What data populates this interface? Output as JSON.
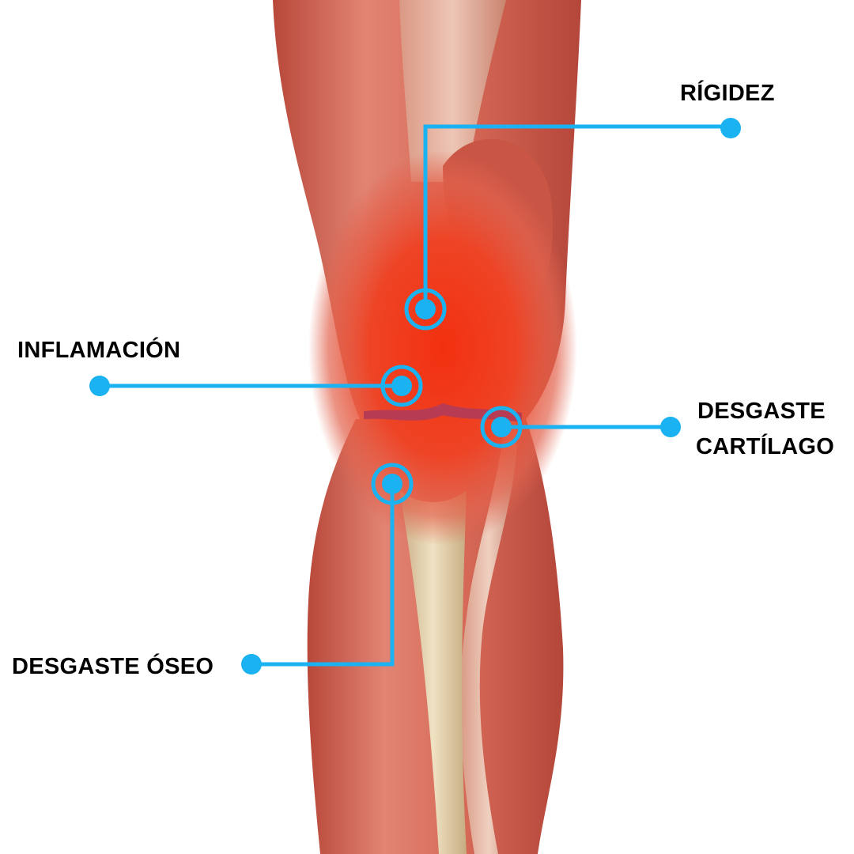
{
  "colors": {
    "accent": "#1AB2F0",
    "muscle": "#D9705F",
    "inflamed": "#F0321A",
    "bone": "#E3CFA8"
  },
  "labels": {
    "rigidez": "RÍGIDEZ",
    "inflamacion": "INFLAMACIÓN",
    "cartilago_1": "DESGASTE",
    "cartilago_2": "CARTÍLAGO",
    "oseo": "DESGASTE ÓSEO"
  }
}
